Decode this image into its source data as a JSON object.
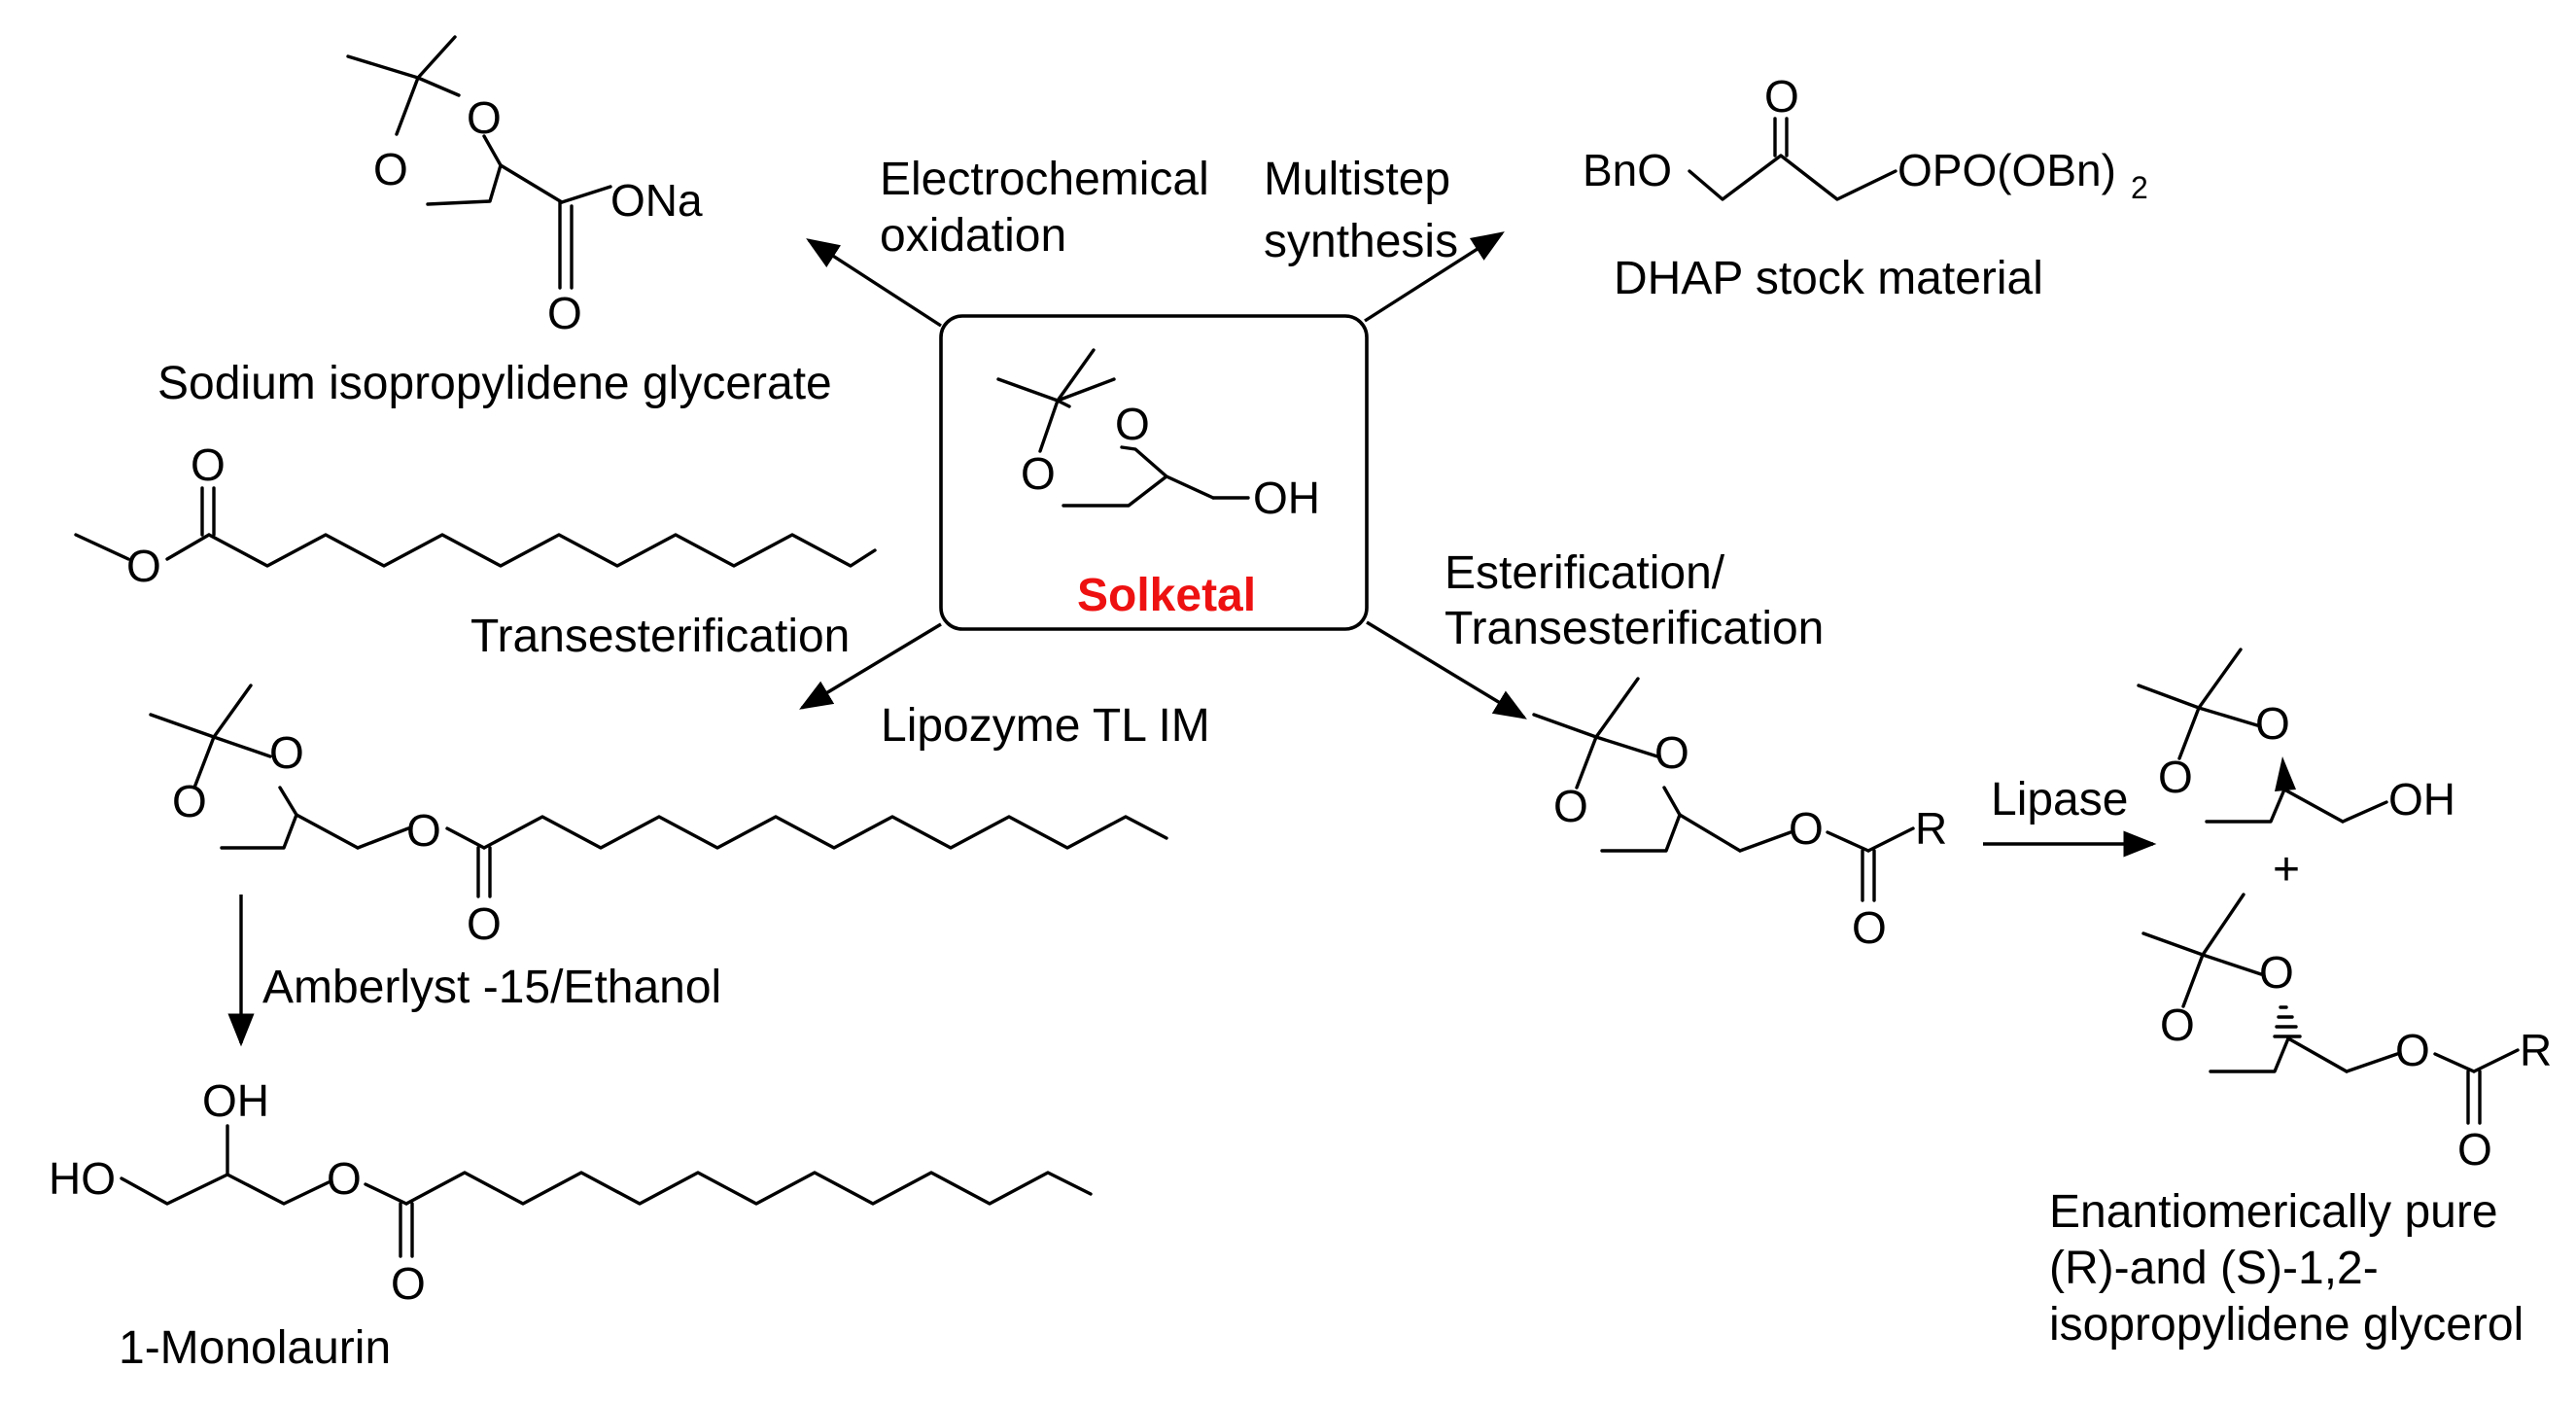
{
  "colors": {
    "ink": "#000000",
    "highlight": "#ee1111",
    "background": "#ffffff"
  },
  "center": {
    "name": "Solketal"
  },
  "labels": {
    "electrochemical": "Electrochemical",
    "oxidation": "oxidation",
    "multistep": "Multistep",
    "synthesis": "synthesis",
    "transesterification_left": "Transesterification",
    "lipozyme": "Lipozyme TL IM",
    "esterification": "Esterification/",
    "transesterification_right": "Transesterification",
    "lipase": "Lipase",
    "amberlyst": "Amberlyst -15/Ethanol",
    "plus": "+"
  },
  "products": {
    "glycerate": "Sodium isopropylidene glycerate",
    "dhap": "DHAP stock material",
    "monolaurin": "1-Monolaurin",
    "enantiomer_line1": "Enantiomerically pure",
    "enantiomer_line2": "(R)-and (S)-1,2-",
    "enantiomer_line3": "isopropylidene glycerol"
  },
  "atoms": {
    "O": "O",
    "OH": "OH",
    "HO": "HO",
    "ONa": "ONa",
    "R": "R",
    "BnO": "BnO",
    "OPO": "OPO(OBn)",
    "sub2": "2"
  }
}
